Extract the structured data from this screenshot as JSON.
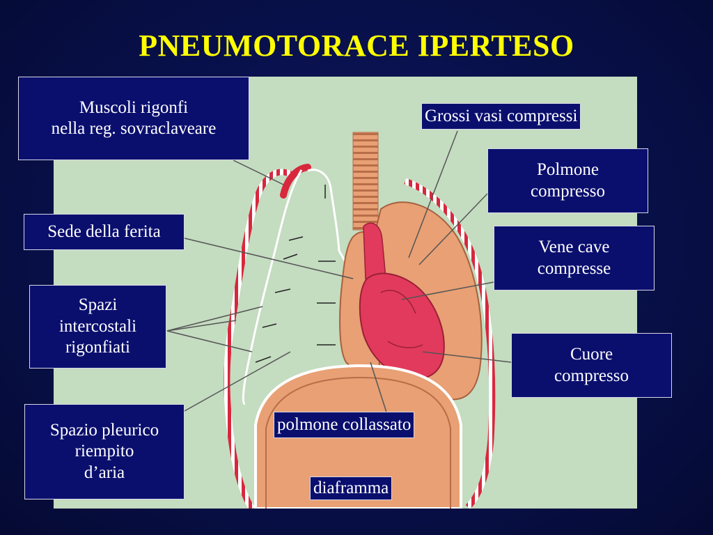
{
  "title": "PNEUMOTORACE IPERTESO",
  "labels": {
    "muscoli": "Muscoli rigonfi\nnella reg. sovraclaveare",
    "sede_ferita": "Sede della ferita",
    "spazi_intercostali": "Spazi\nintercostali\nrigonfiati",
    "spazio_pleurico": "Spazio pleurico\nriempito\nd’aria",
    "grossi_vasi": "Grossi vasi compressi",
    "polmone_compresso": "Polmone\ncompresso",
    "vene_cave": "Vene cave\ncompresse",
    "cuore": "Cuore\ncompresso",
    "polmone_collassato": "polmone collassato",
    "diaframma": "diaframma"
  },
  "colors": {
    "title": "#ffff00",
    "background": "#08104a",
    "figure_background": "#c4dcc0",
    "lung": "#e8a074",
    "heart": "#e23a5c",
    "label_box": "#0a0f6e"
  }
}
